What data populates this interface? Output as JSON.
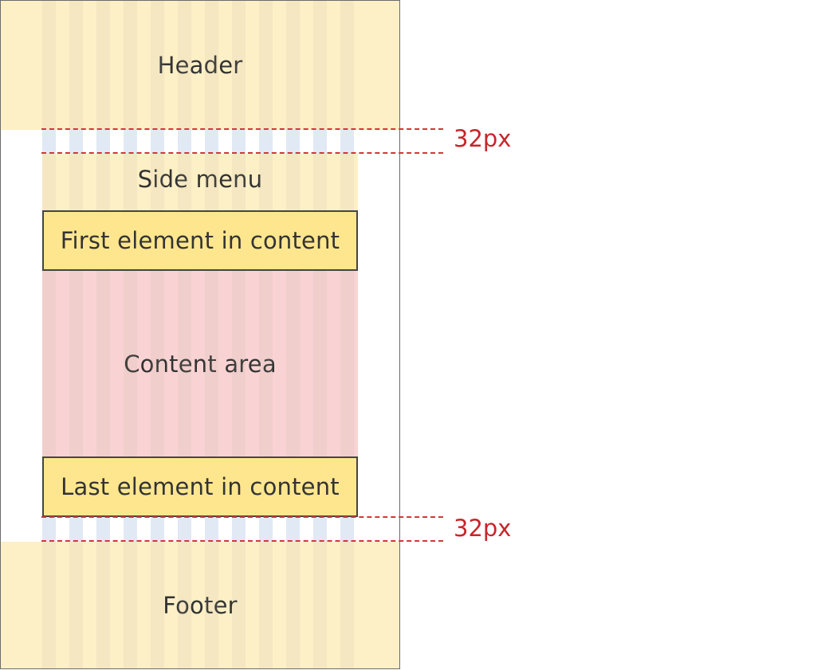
{
  "regions": {
    "header": "Header",
    "side_menu": "Side menu",
    "first_element": "First element in content",
    "content_area": "Content area",
    "last_element": "Last element in content",
    "footer": "Footer"
  },
  "annotations": {
    "top_gap": "32px",
    "bottom_gap": "32px"
  },
  "colors": {
    "region_fill": "#fdf0c6",
    "content_fill": "#f9d3d3",
    "element_fill": "#fee68f",
    "gutter_stripe": "#e1e9f5",
    "column_stripe": "#b8ad9a",
    "annotation": "#c9252a"
  }
}
